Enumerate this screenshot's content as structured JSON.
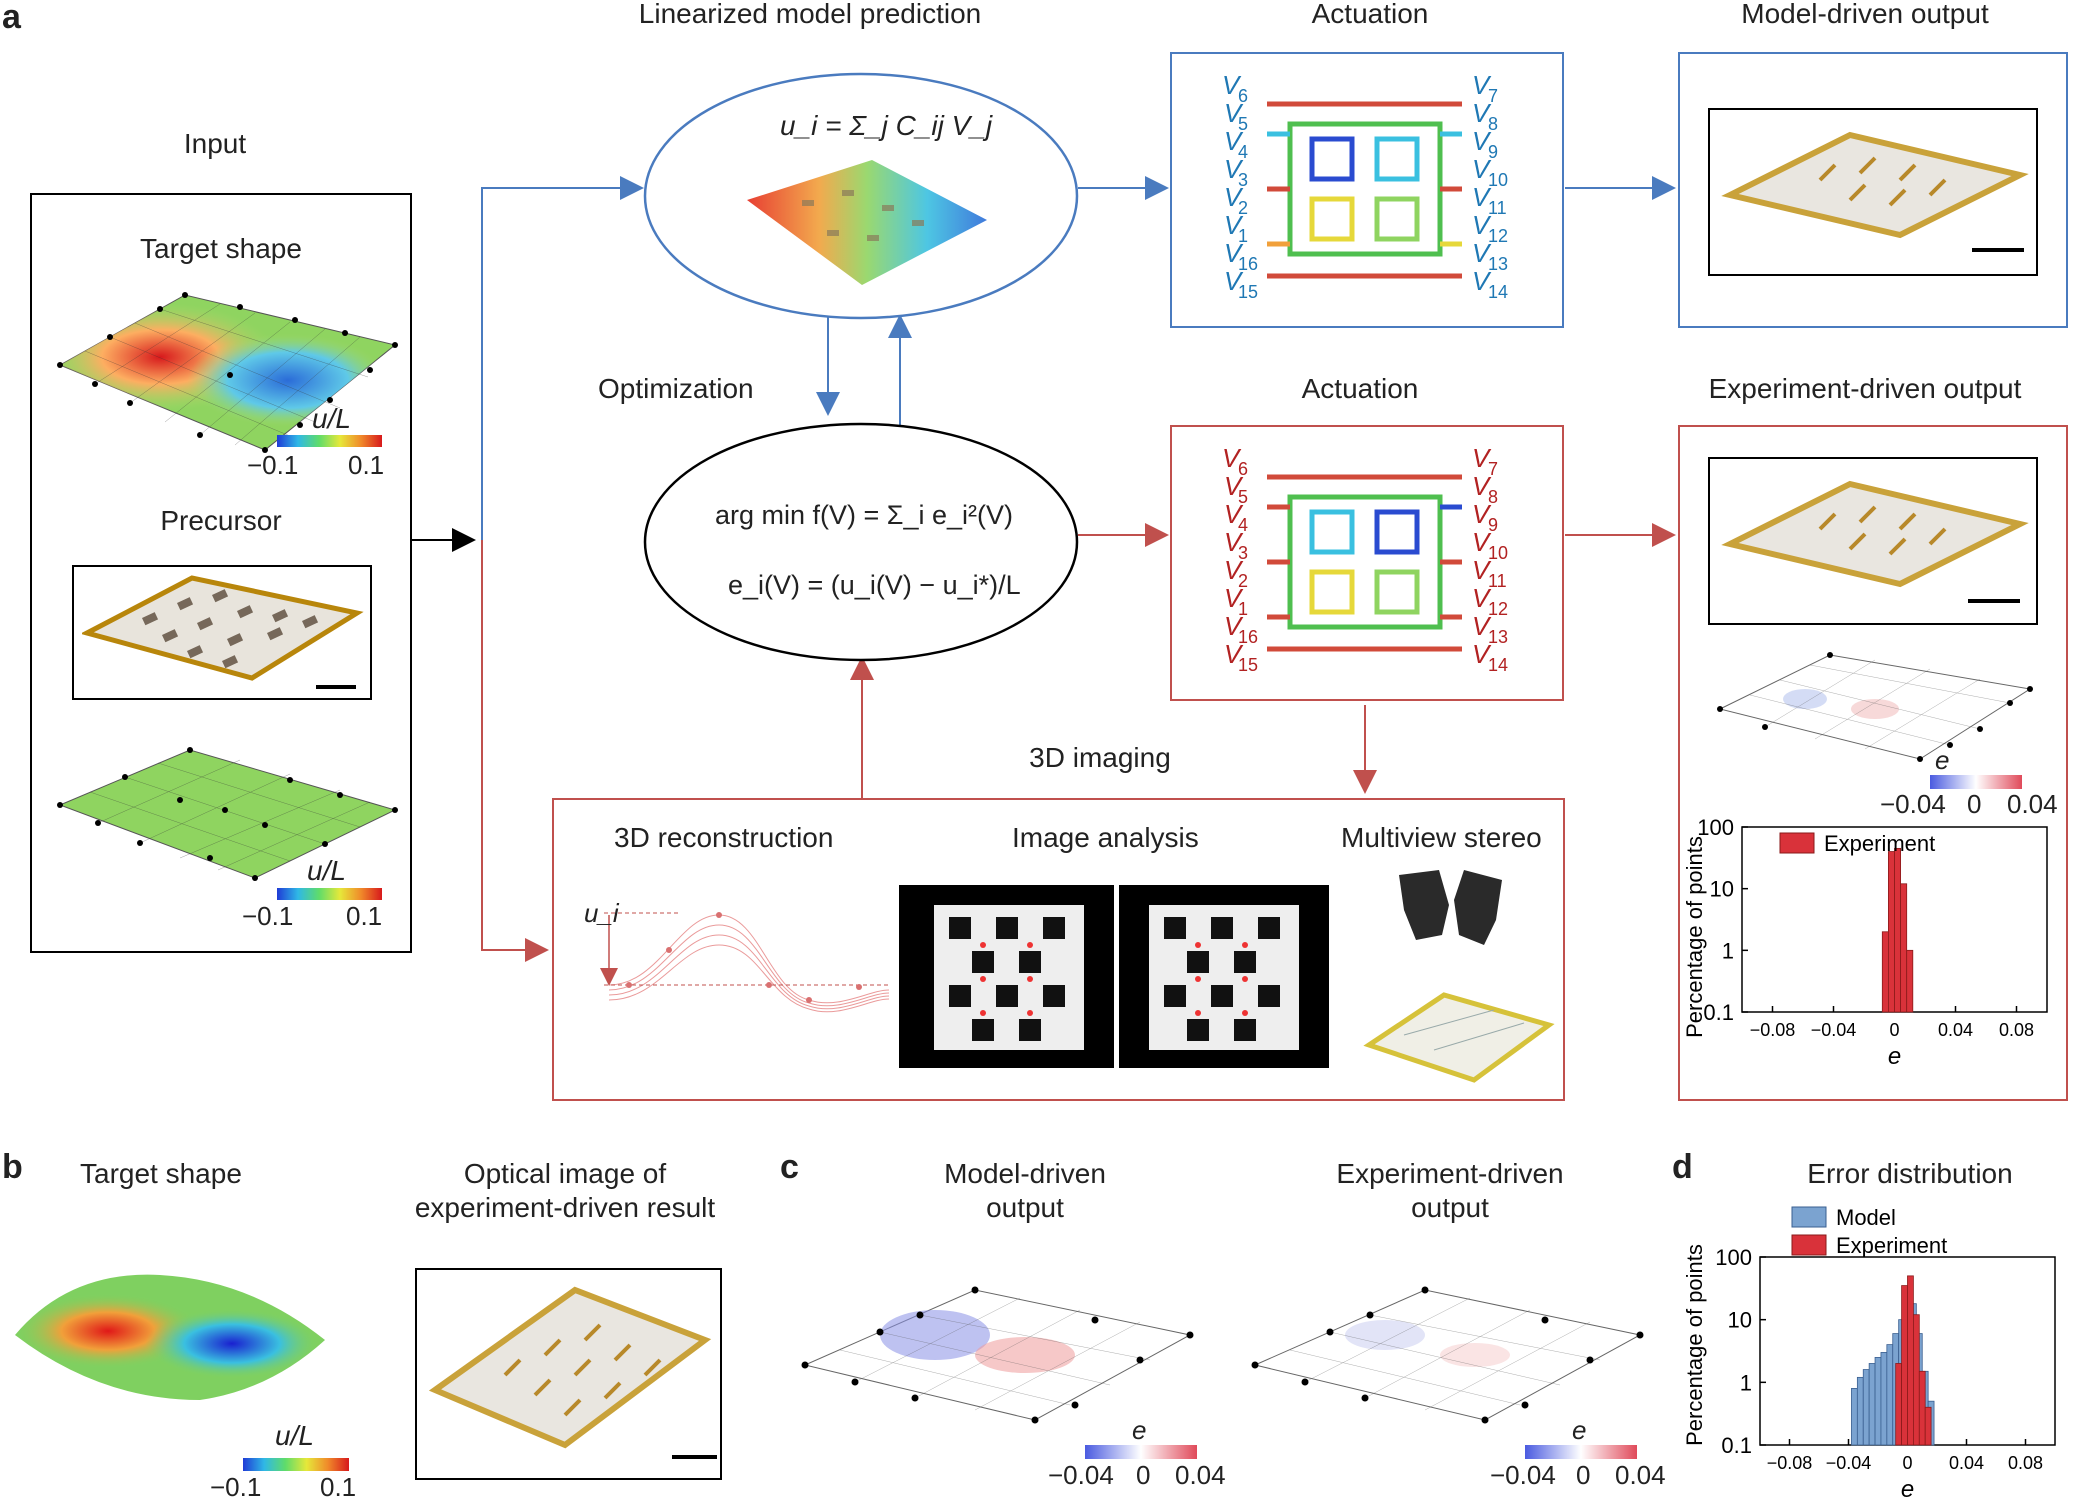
{
  "panels": {
    "a": "a",
    "b": "b",
    "c": "c",
    "d": "d"
  },
  "input": {
    "title": "Input",
    "target_shape": "Target shape",
    "precursor": "Precursor",
    "colorbar_label": "u/L",
    "colorbar_min": "−0.1",
    "colorbar_max": "0.1"
  },
  "linearized": {
    "title": "Linearized model prediction",
    "equation": "u_i = Σ_j C_ij V_j"
  },
  "optimization": {
    "title": "Optimization",
    "eq1": "arg min f(V) = Σ_i e_i²(V)",
    "eq2": "e_i(V) = (u_i(V) − u_i*)/L"
  },
  "actuation_top": {
    "title": "Actuation",
    "left_labels": [
      "6",
      "5",
      "4",
      "3",
      "2",
      "1",
      "16",
      "15"
    ],
    "right_labels": [
      "7",
      "8",
      "9",
      "10",
      "11",
      "12",
      "13",
      "14"
    ],
    "color": "#1f78b4"
  },
  "actuation_bottom": {
    "title": "Actuation",
    "color": "#b22222"
  },
  "model_output": {
    "title": "Model-driven output"
  },
  "experiment_output": {
    "title": "Experiment-driven output",
    "e_label": "e",
    "e_min": "−0.04",
    "e_mid": "0",
    "e_max": "0.04",
    "hist_legend": "Experiment",
    "hist_ylabel": "Percentage of points",
    "hist_xlabel": "e",
    "hist_yticks": [
      "100",
      "10",
      "1",
      "0.1"
    ],
    "hist_xticks": [
      "−0.08",
      "−0.04",
      "0",
      "0.04",
      "0.08"
    ]
  },
  "imaging": {
    "title": "3D imaging",
    "reconstruction": "3D reconstruction",
    "analysis": "Image analysis",
    "stereo": "Multiview stereo",
    "u_label": "u_i"
  },
  "panel_b": {
    "target": "Target shape",
    "optical_line1": "Optical image of",
    "optical_line2": "experiment-driven result",
    "cb_label": "u/L",
    "cb_min": "−0.1",
    "cb_max": "0.1"
  },
  "panel_c": {
    "model_line1": "Model-driven",
    "model_line2": "output",
    "exp_line1": "Experiment-driven",
    "exp_line2": "output",
    "e_label": "e",
    "e_min": "−0.04",
    "e_mid": "0",
    "e_max": "0.04"
  },
  "panel_d": {
    "title": "Error distribution",
    "legend_model": "Model",
    "legend_exp": "Experiment",
    "ylabel": "Percentage of points",
    "xlabel": "e",
    "yticks": [
      "100",
      "10",
      "1",
      "0.1"
    ],
    "xticks": [
      "−0.08",
      "−0.04",
      "0",
      "0.04",
      "0.08"
    ]
  },
  "colors": {
    "blue": "#4a7bbf",
    "red": "#c0504d",
    "model_bar": "#7ba3d0",
    "exp_bar": "#d9323a"
  },
  "chart_data": [
    {
      "type": "bar",
      "name": "panel a histogram",
      "xlabel": "e",
      "ylabel": "Percentage of points",
      "yscale": "log",
      "ylim": [
        0.1,
        100
      ],
      "xlim": [
        -0.1,
        0.1
      ],
      "series": [
        {
          "name": "Experiment",
          "x": [
            -0.006,
            -0.002,
            0.002,
            0.006,
            0.01
          ],
          "values": [
            2,
            40,
            45,
            12,
            1
          ]
        }
      ]
    },
    {
      "type": "bar",
      "name": "panel d histogram",
      "title": "Error distribution",
      "xlabel": "e",
      "ylabel": "Percentage of points",
      "yscale": "log",
      "ylim": [
        0.1,
        100
      ],
      "xlim": [
        -0.1,
        0.1
      ],
      "series": [
        {
          "name": "Model",
          "x": [
            -0.036,
            -0.032,
            -0.028,
            -0.024,
            -0.02,
            -0.016,
            -0.012,
            -0.008,
            -0.004,
            0.0,
            0.004,
            0.008,
            0.012,
            0.016
          ],
          "values": [
            0.8,
            1.2,
            1.6,
            2.0,
            2.5,
            3.0,
            4.0,
            6.0,
            10,
            25,
            18,
            6,
            1.5,
            0.5
          ]
        },
        {
          "name": "Experiment",
          "x": [
            -0.006,
            -0.002,
            0.002,
            0.006,
            0.01,
            0.014
          ],
          "values": [
            2,
            35,
            50,
            12,
            1.5,
            0.4
          ]
        }
      ]
    }
  ]
}
